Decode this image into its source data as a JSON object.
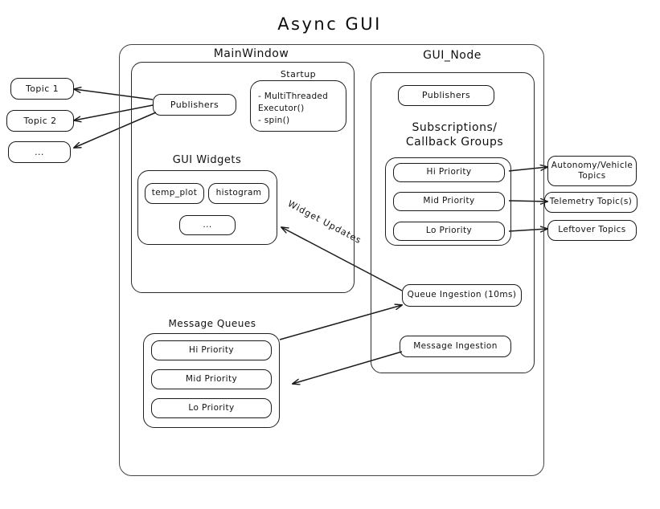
{
  "title": "Async  GUI",
  "outer_container": {
    "name": "async-gui-outer-container"
  },
  "left_topics": [
    {
      "label": "Topic 1"
    },
    {
      "label": "Topic 2"
    },
    {
      "label": "..."
    }
  ],
  "main_window": {
    "title": "MainWindow",
    "publishers": {
      "label": "Publishers"
    },
    "startup": {
      "title": "Startup",
      "lines": "-  MultiThreaded\n    Executor()\n-  spin()"
    },
    "gui_widgets": {
      "title": "GUI Widgets",
      "widgets": [
        {
          "label": "temp_plot"
        },
        {
          "label": "histogram"
        },
        {
          "label": "..."
        }
      ]
    }
  },
  "gui_node": {
    "title": "GUI_Node",
    "publishers": {
      "label": "Publishers"
    },
    "subscriptions": {
      "title": "Subscriptions/\nCallback Groups",
      "groups": [
        {
          "label": "Hi Priority"
        },
        {
          "label": "Mid Priority"
        },
        {
          "label": "Lo Priority"
        }
      ]
    },
    "queue_ingestion": {
      "label": "Queue Ingestion (10ms)"
    },
    "message_ingestion": {
      "label": "Message Ingestion"
    }
  },
  "message_queues": {
    "title": "Message Queues",
    "queues": [
      {
        "label": "Hi Priority"
      },
      {
        "label": "Mid Priority"
      },
      {
        "label": "Lo Priority"
      }
    ]
  },
  "right_topics": [
    {
      "label": "Autonomy/Vehicle\nTopics"
    },
    {
      "label": "Telemetry Topic(s)"
    },
    {
      "label": "Leftover Topics"
    }
  ],
  "edge_labels": {
    "widget_updates": "Widget Updates"
  },
  "colors": {
    "background": "#ffffff",
    "stroke": "#1a1a1a",
    "text": "#111111",
    "container_stroke": "#444444"
  }
}
